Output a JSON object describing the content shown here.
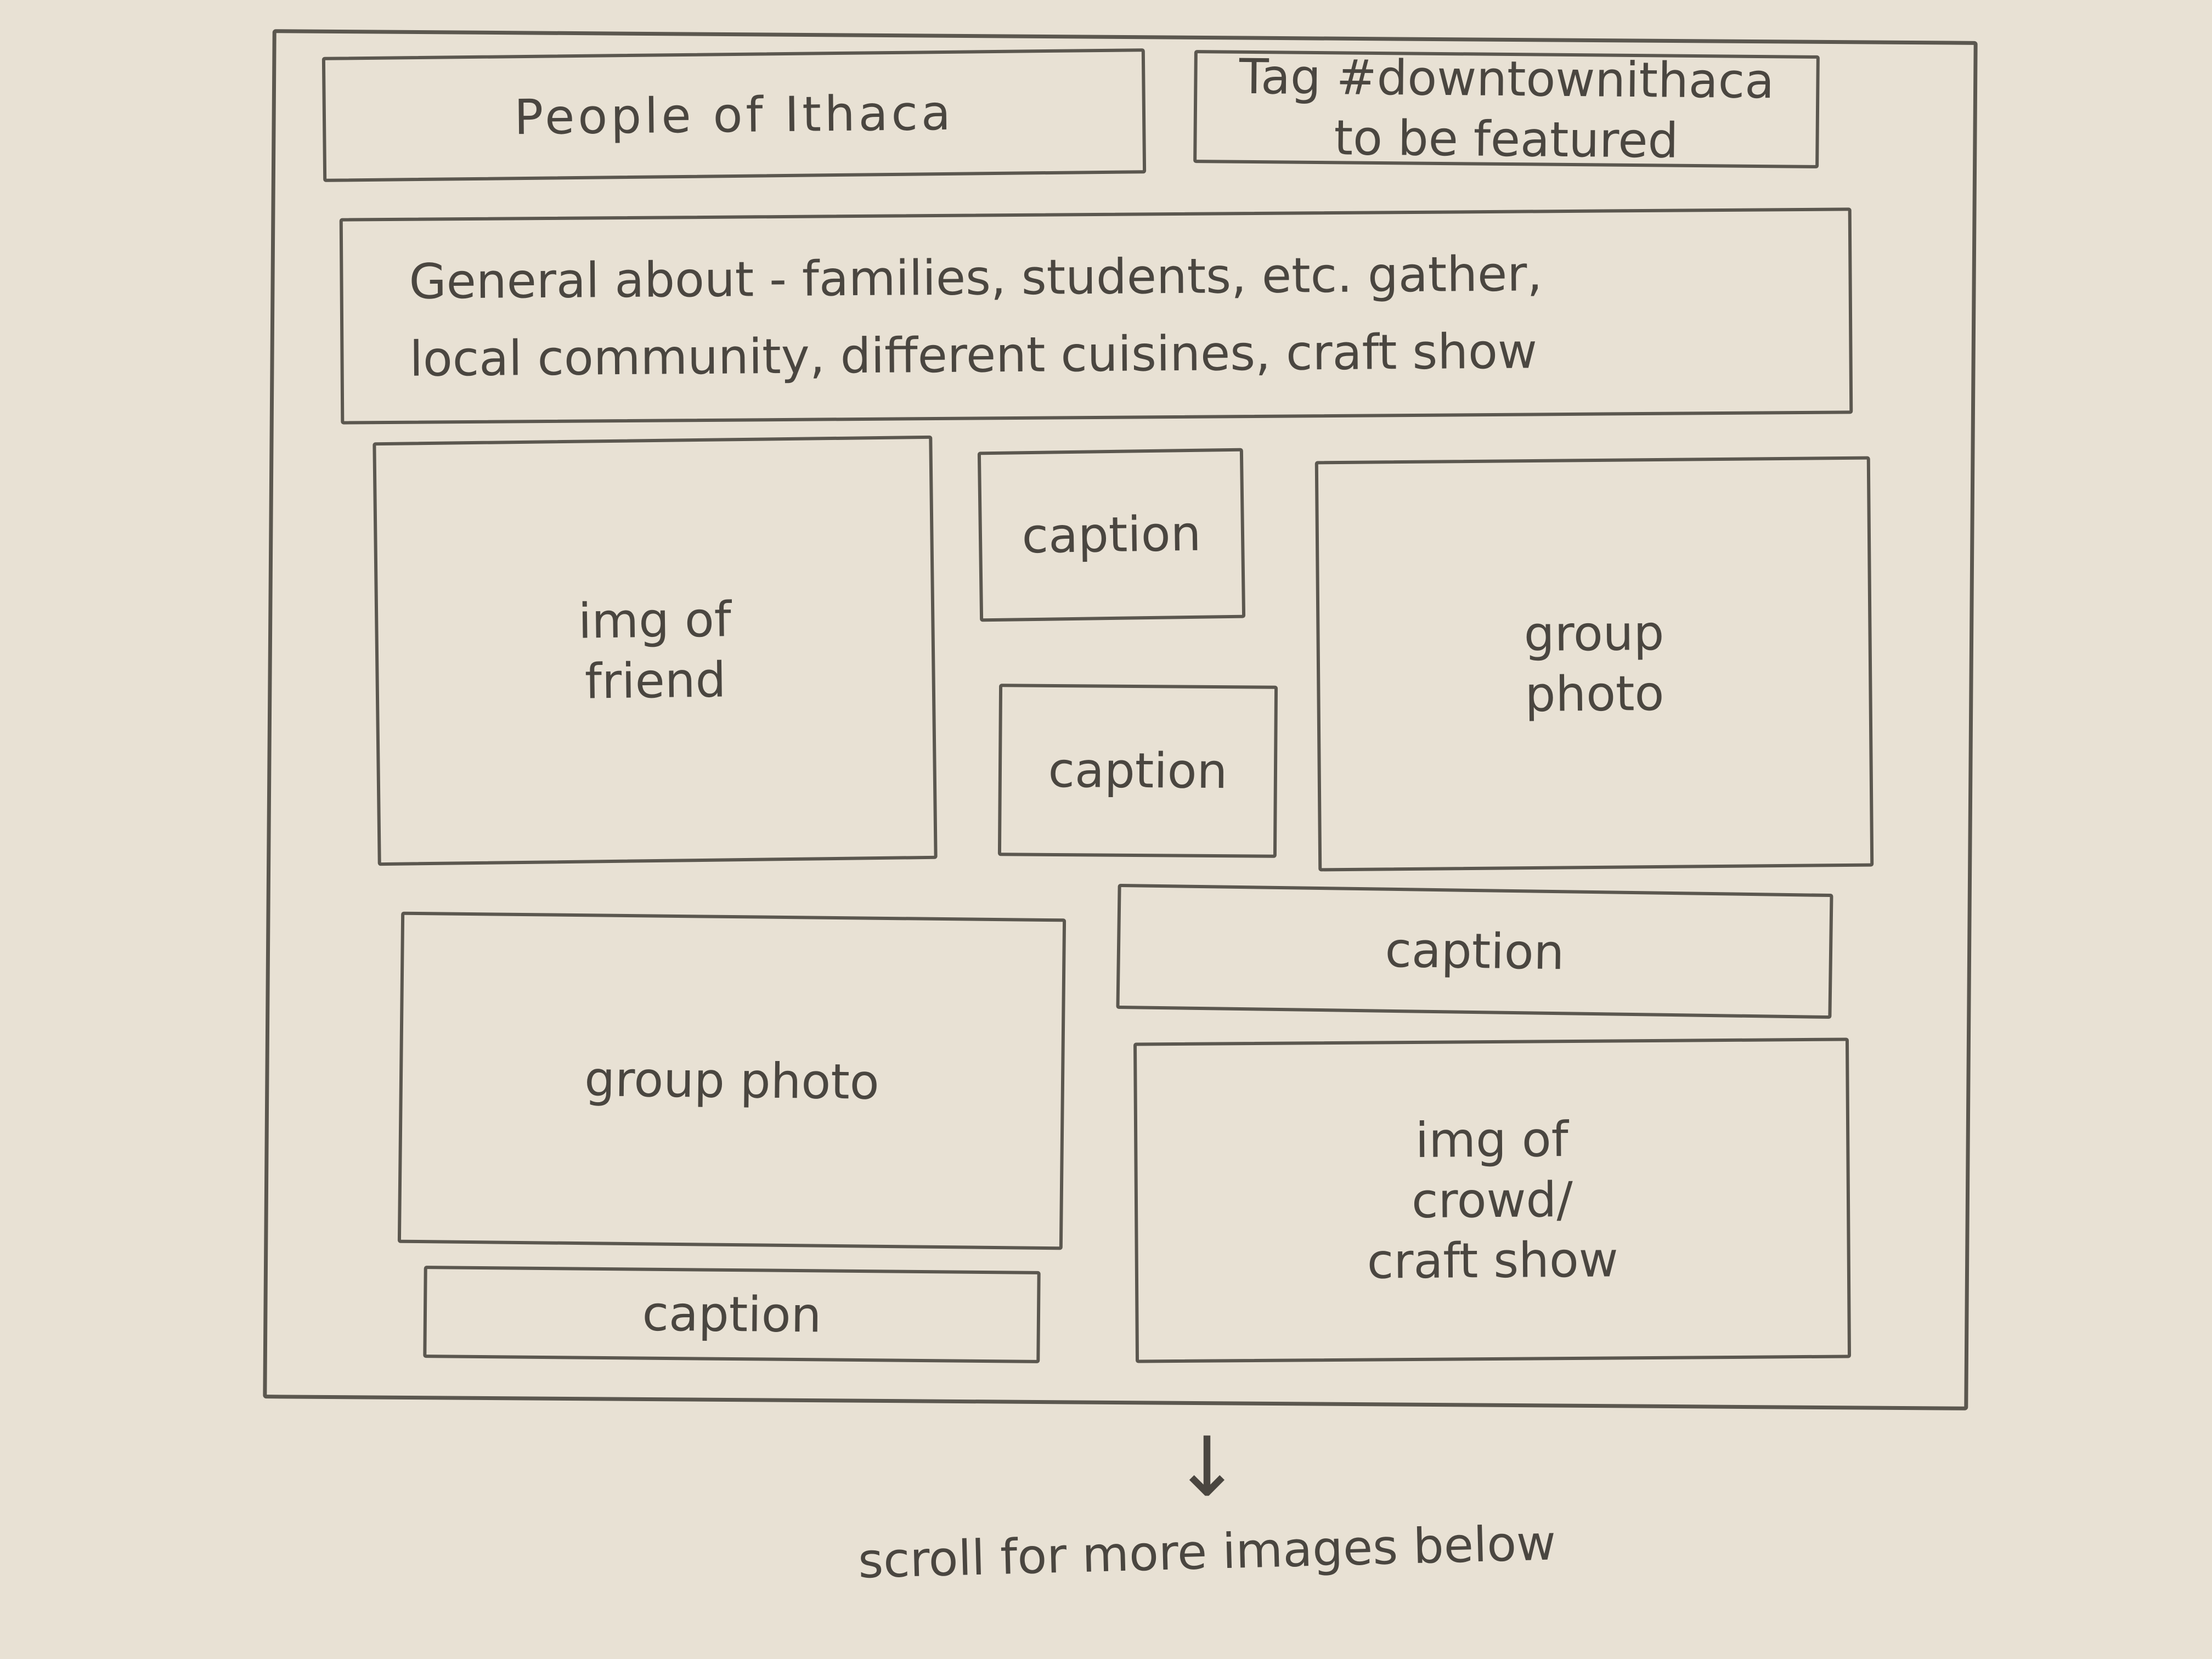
{
  "header": {
    "title": "People of Ithaca",
    "tag_line1": "Tag #downtownithaca",
    "tag_line2": "to be featured"
  },
  "about": {
    "line1": "General about - families, students, etc. gather,",
    "line2": "local community, different cuisines, craft show"
  },
  "gallery": {
    "img_friend": "img of friend",
    "caption_1": "caption",
    "caption_2": "caption",
    "group_photo_1": "group photo",
    "group_photo_2": "group photo",
    "caption_3": "caption",
    "img_crowd": "img of crowd/ craft show",
    "caption_4": "caption"
  },
  "footer": {
    "arrow": "↓",
    "scroll_hint": "scroll for more images below"
  }
}
